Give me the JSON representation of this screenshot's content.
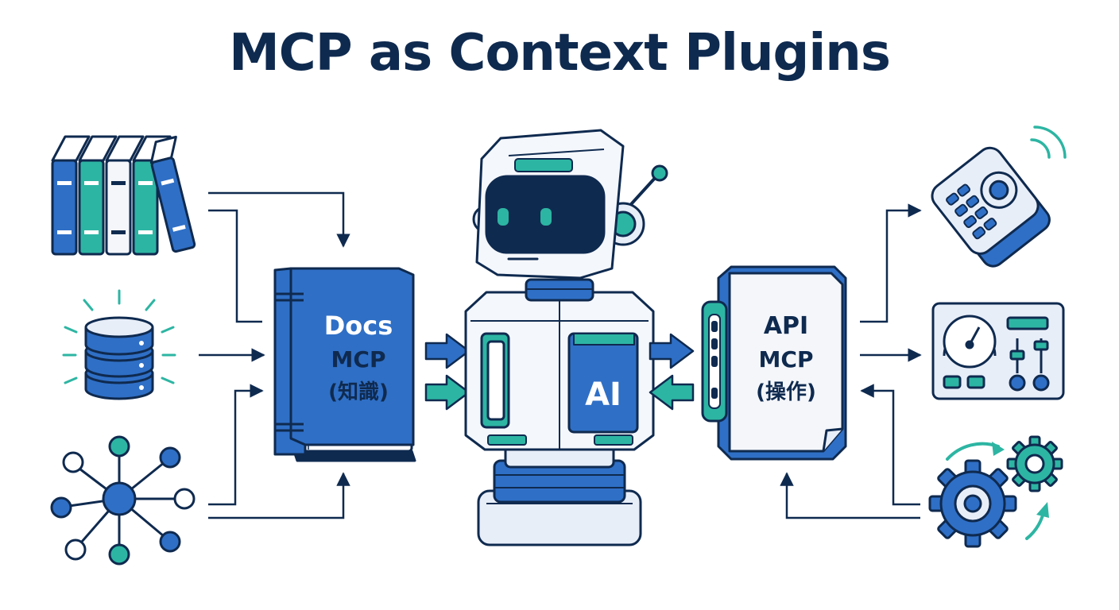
{
  "title": "MCP as Context Plugins",
  "docs_mcp": {
    "line1": "Docs",
    "line2": "MCP",
    "line3": "(知識)"
  },
  "api_mcp": {
    "line1": "API",
    "line2": "MCP",
    "line3": "(操作)"
  },
  "robot": {
    "chest_label": "AI"
  },
  "colors": {
    "navy": "#0f2a4f",
    "blue": "#2f6fc6",
    "teal": "#2db5a3",
    "light": "#e8eef8"
  },
  "icons": {
    "left": [
      "books-icon",
      "database-icon",
      "network-graph-icon"
    ],
    "right": [
      "remote-control-icon",
      "control-panel-icon",
      "gears-icon"
    ]
  }
}
